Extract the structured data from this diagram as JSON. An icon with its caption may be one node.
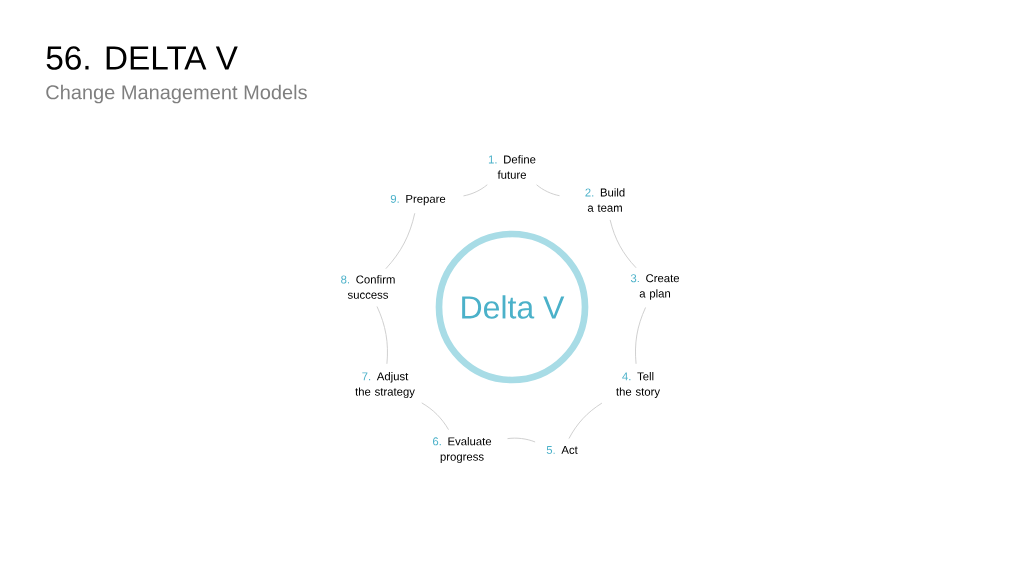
{
  "diagram": {
    "title": "56. DELTA V",
    "nodes": [
      {
        "text": [
          "Delta V"
        ]
      },
      {
        "text": [
          "1.",
          "Define future"
        ]
      },
      {
        "text": [
          "2.",
          "Build a team"
        ]
      },
      {
        "text": [
          "3.",
          "Create a plan"
        ]
      },
      {
        "text": [
          "4.",
          "Tell the story"
        ]
      },
      {
        "text": [
          "5.",
          "Act"
        ]
      },
      {
        "text": [
          "6.",
          "Evaluate progress"
        ]
      },
      {
        "text": [
          "7.",
          "Adjust the strategy"
        ]
      },
      {
        "text": [
          "8.",
          "Confirm success"
        ]
      },
      {
        "text": [
          "9.",
          "Prepare"
        ]
      }
    ],
    "edges": [
      {
        "from": 1,
        "to": 2,
        "arrow": "none"
      },
      {
        "from": 2,
        "to": 3,
        "arrow": "none"
      },
      {
        "from": 3,
        "to": 4,
        "arrow": "none"
      },
      {
        "from": 4,
        "to": 5,
        "arrow": "none"
      },
      {
        "from": 5,
        "to": 6,
        "arrow": "none"
      },
      {
        "from": 6,
        "to": 7,
        "arrow": "none"
      },
      {
        "from": 7,
        "to": 8,
        "arrow": "none"
      },
      {
        "from": 8,
        "to": 9,
        "arrow": "none"
      },
      {
        "from": 9,
        "to": 1,
        "arrow": "none"
      }
    ],
    "labels": [
      "Change Management Models"
    ]
  }
}
